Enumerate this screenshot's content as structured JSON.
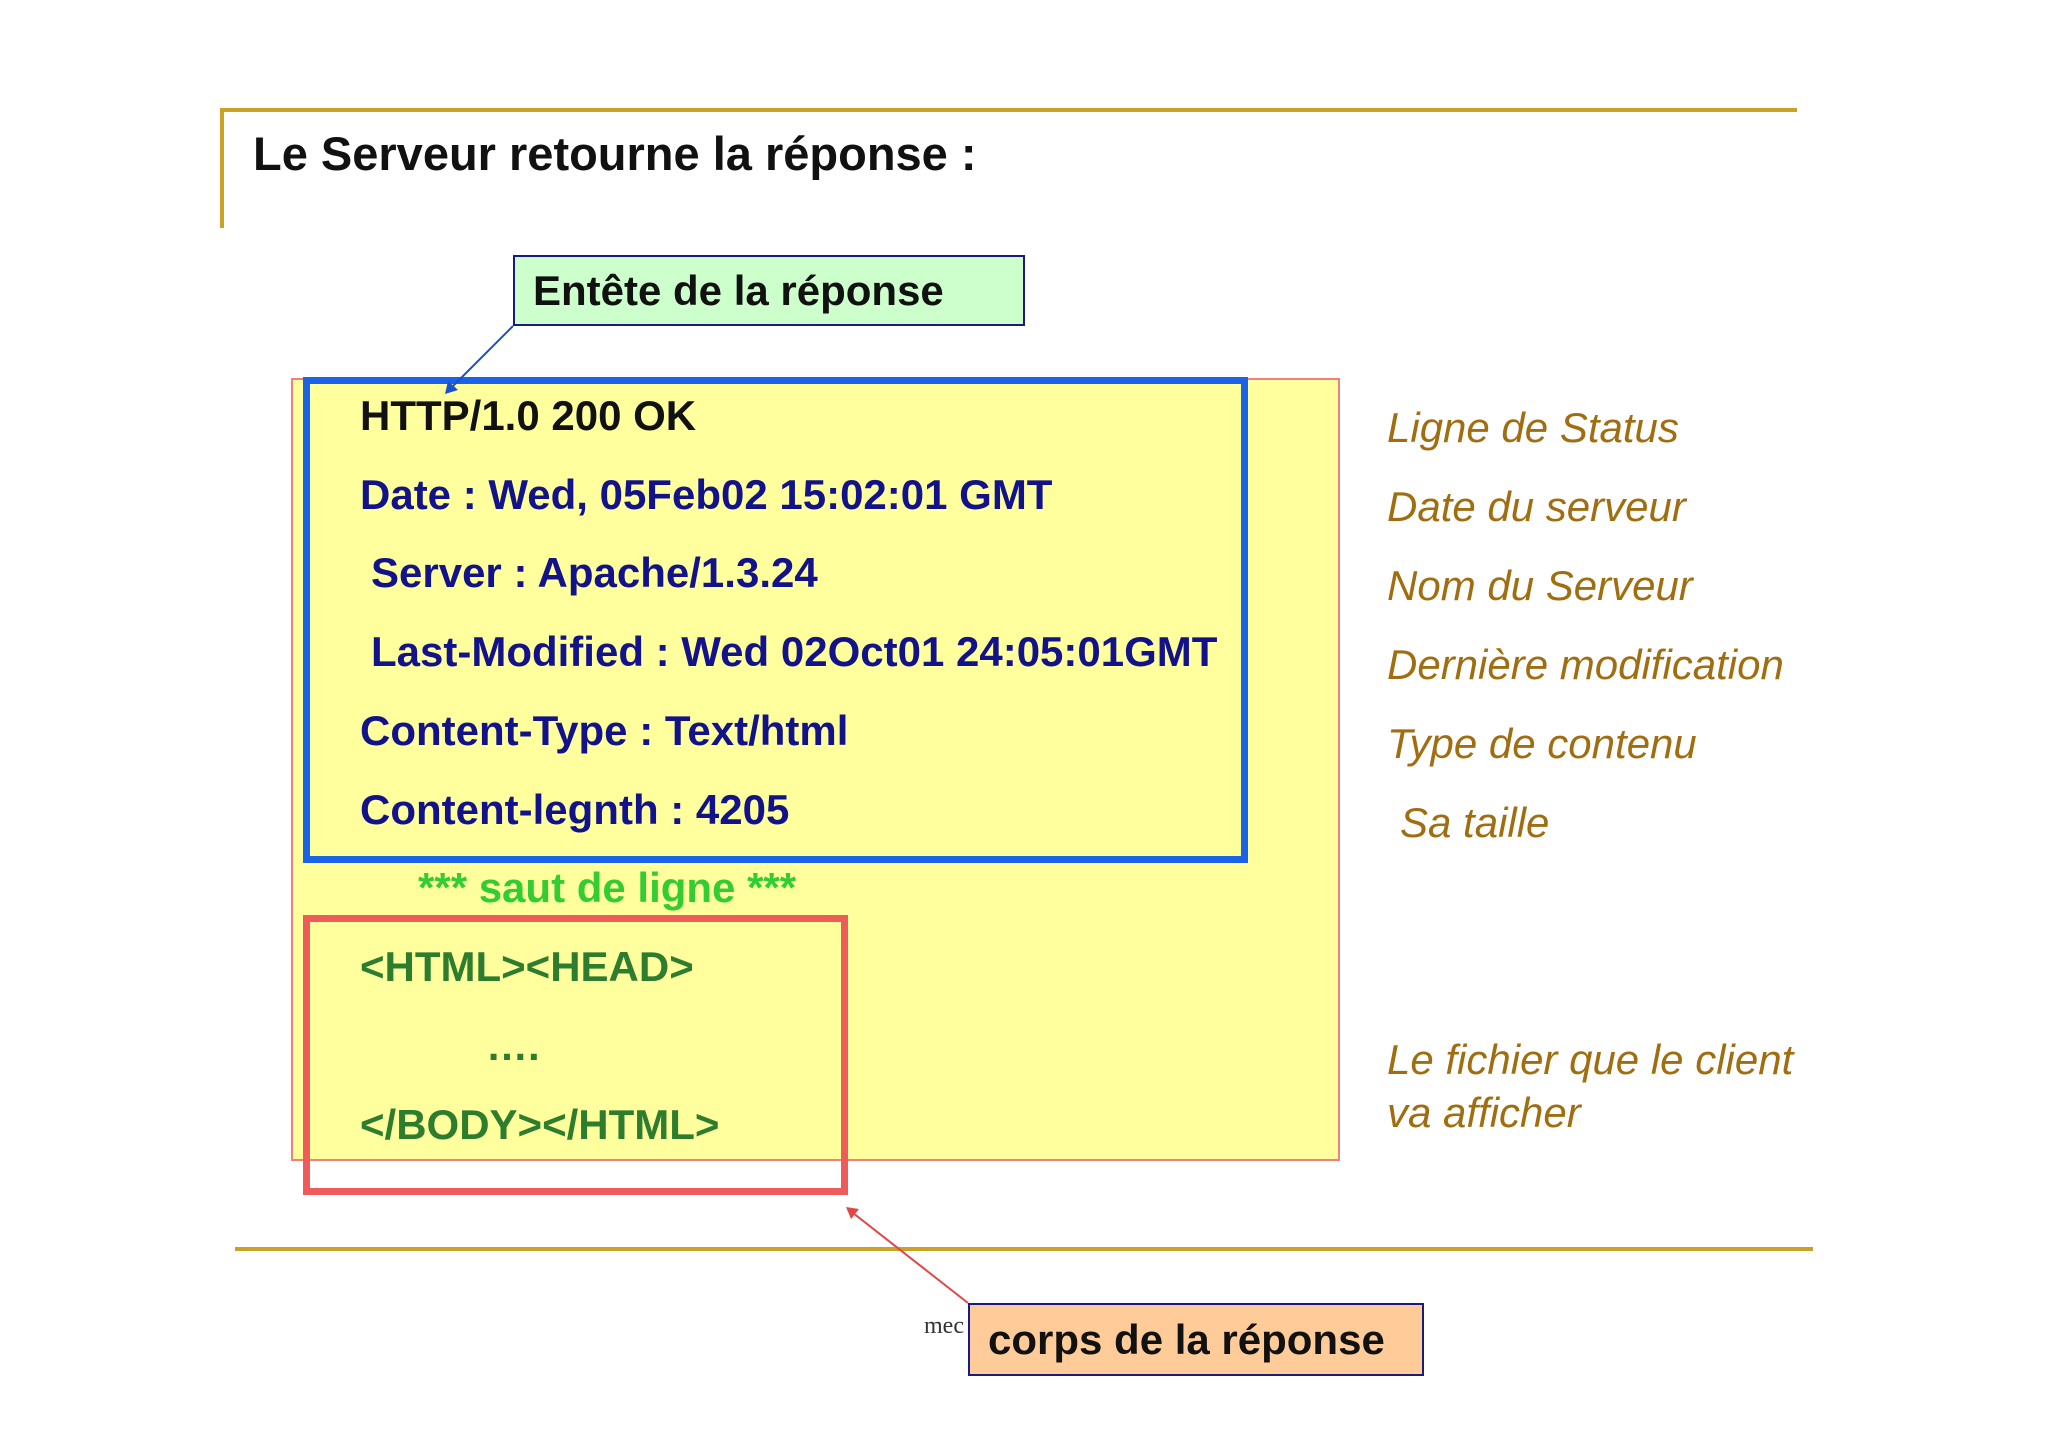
{
  "slide": {
    "title": "Le Serveur retourne la réponse :"
  },
  "callouts": {
    "header_label": "Entête de la réponse",
    "body_label": "corps de la réponse"
  },
  "response_header": {
    "status_line": "HTTP/1.0 200 OK",
    "date_line": "Date : Wed, 05Feb02 15:02:01 GMT",
    "server_line": "Server : Apache/1.3.24",
    "last_modified_line": "Last-Modified : Wed 02Oct01 24:05:01GMT",
    "content_type_line": "Content-Type : Text/html",
    "content_length_line": "Content-legnth : 4205"
  },
  "separator": "*** saut de ligne ***",
  "response_body": {
    "open_line": "<HTML><HEAD>",
    "ellipsis": "….",
    "close_line": "</BODY></HTML>"
  },
  "descriptions": {
    "status": "Ligne de Status",
    "date": "Date du serveur",
    "server": "Nom du Serveur",
    "last_modified": "Dernière modification",
    "content_type": "Type de contenu",
    "size": "Sa taille",
    "body_line1": "Le fichier que le client",
    "body_line2": "va afficher"
  },
  "footer": {
    "partial_text": "mec"
  },
  "colors": {
    "accent_rule": "#c9a227",
    "header_box": "#1a63e6",
    "body_box": "#ef5a5a",
    "panel": "#ffff9e",
    "description_text": "#a06e10"
  }
}
